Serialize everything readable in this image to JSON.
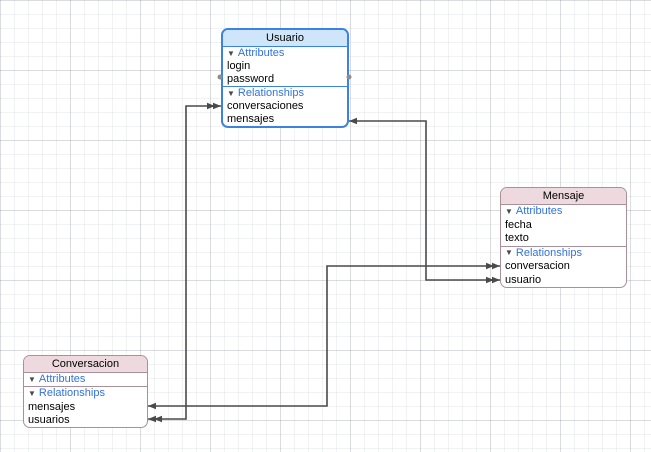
{
  "diagram": {
    "editor": "data-model-diagram",
    "entities": [
      {
        "name": "Usuario",
        "selected": true,
        "attributes_label": "Attributes",
        "relationships_label": "Relationships",
        "attributes": [
          "login",
          "password"
        ],
        "relationships": [
          "conversaciones",
          "mensajes"
        ]
      },
      {
        "name": "Mensaje",
        "selected": false,
        "attributes_label": "Attributes",
        "relationships_label": "Relationships",
        "attributes": [
          "fecha",
          "texto"
        ],
        "relationships": [
          "conversacion",
          "usuario"
        ]
      },
      {
        "name": "Conversacion",
        "selected": false,
        "attributes_label": "Attributes",
        "relationships_label": "Relationships",
        "attributes": [],
        "relationships": [
          "mensajes",
          "usuarios"
        ]
      }
    ],
    "connections": [
      {
        "a": {
          "entity": "Usuario",
          "relationship": "conversaciones",
          "arrowheads": 2
        },
        "b": {
          "entity": "Conversacion",
          "relationship": "usuarios",
          "arrowheads": 2
        }
      },
      {
        "a": {
          "entity": "Conversacion",
          "relationship": "mensajes",
          "arrowheads": 1
        },
        "b": {
          "entity": "Mensaje",
          "relationship": "conversacion",
          "arrowheads": 2
        }
      },
      {
        "a": {
          "entity": "Usuario",
          "relationship": "mensajes",
          "arrowheads": 1
        },
        "b": {
          "entity": "Mensaje",
          "relationship": "usuario",
          "arrowheads": 2
        }
      }
    ],
    "disclosure_triangle": "▼"
  },
  "colors": {
    "selected_border": "#3c82e0",
    "selected_header_bg": "#cfe5f9",
    "entity_border": "#a98f98",
    "entity_header_bg": "#eedade",
    "section_text": "#3273d8",
    "row_text": "#000000",
    "connector": "#4a4a4a",
    "handle": "#8e8e8e"
  }
}
